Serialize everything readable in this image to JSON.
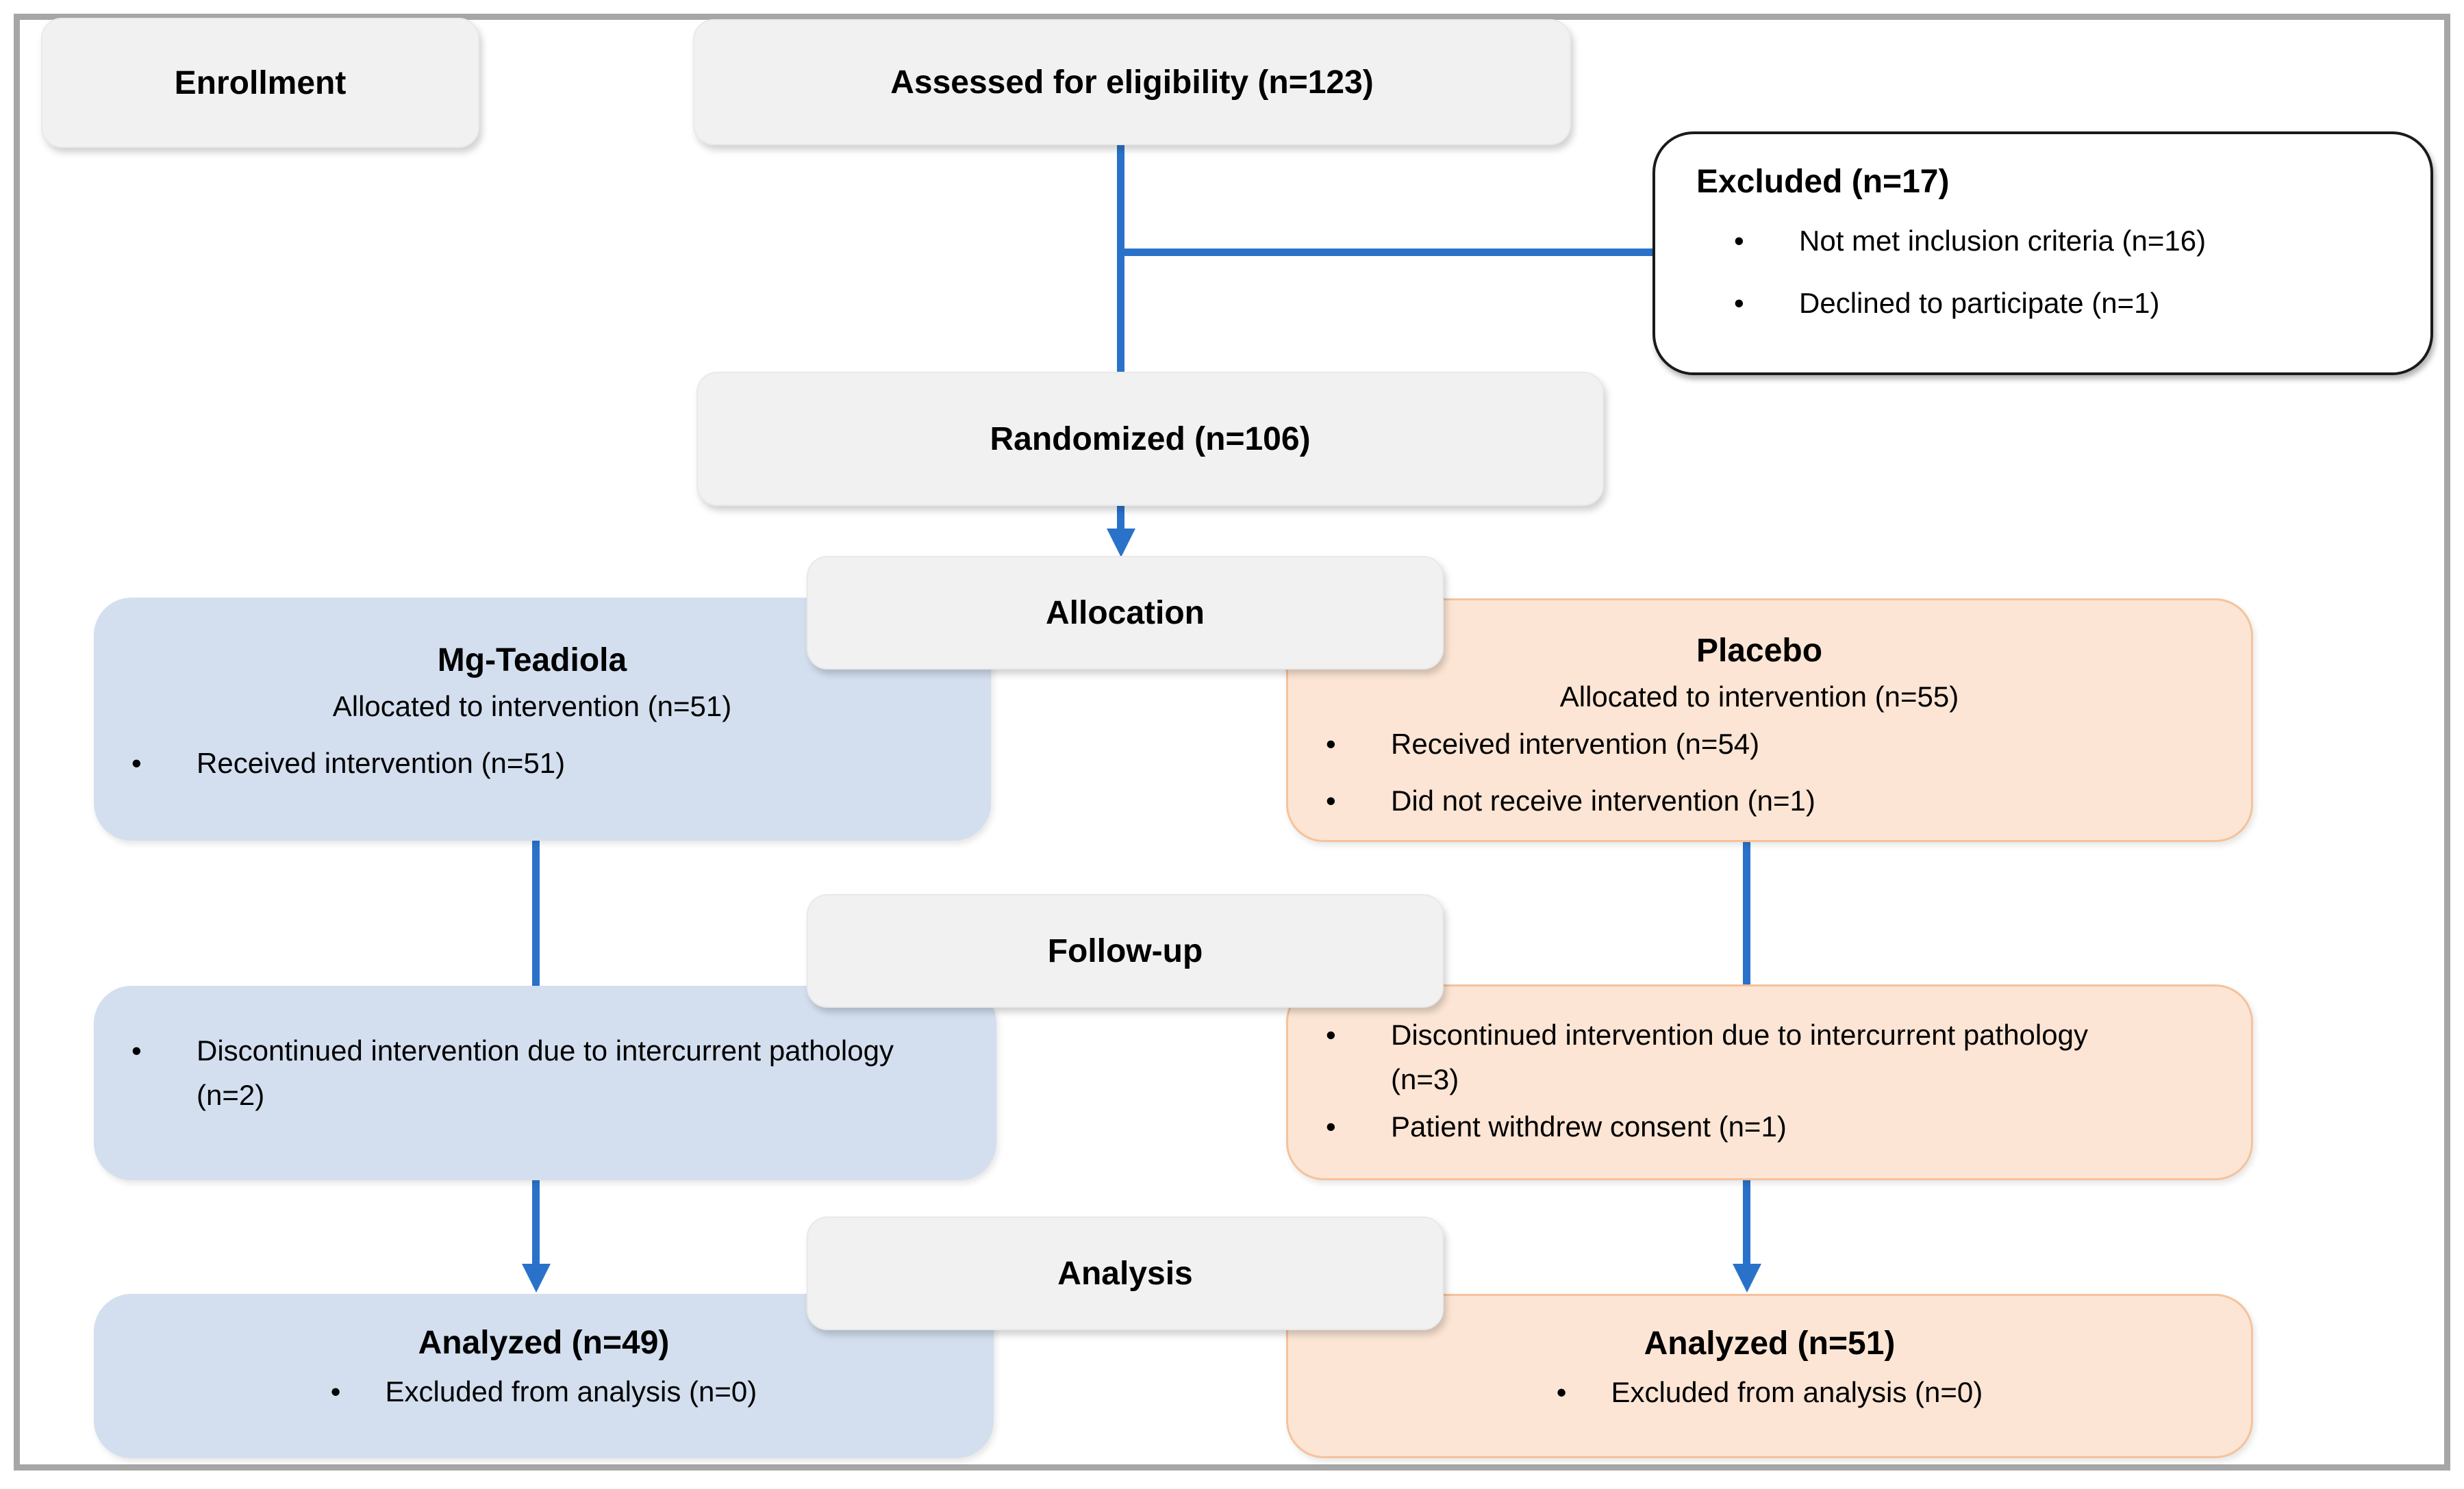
{
  "diagram_title": "CONSORT participant flow diagram",
  "colors": {
    "arrow_blue": "#2a72c9",
    "arm_blue_fill": "#d3dfef",
    "arm_peach_fill": "#fce5d4",
    "arm_peach_border": "#f6c29b",
    "stage_label_fill": "#f1f1f1",
    "frame_gray": "#a6a6a6",
    "excluded_border": "#1a1a1a"
  },
  "stages": {
    "enrollment": "Enrollment",
    "allocation": "Allocation",
    "followup": "Follow-up",
    "analysis": "Analysis"
  },
  "boxes": {
    "assessed": {
      "title": "Assessed for eligibility (n=123)"
    },
    "excluded": {
      "title": "Excluded (n=17)",
      "items": [
        "Not met inclusion criteria (n=16)",
        "Declined to participate (n=1)"
      ]
    },
    "randomized": {
      "title": "Randomized (n=106)"
    },
    "mg_allocation": {
      "title": "Mg-Teadiola",
      "subtitle": "Allocated to intervention (n=51)",
      "items": [
        "Received intervention (n=51)"
      ]
    },
    "placebo_allocation": {
      "title": "Placebo",
      "subtitle": "Allocated to intervention  (n=55)",
      "items": [
        "Received intervention (n=54)",
        "Did not receive intervention (n=1)"
      ]
    },
    "mg_followup": {
      "items": [
        "Discontinued intervention due to intercurrent pathology (n=2)"
      ]
    },
    "placebo_followup": {
      "items": [
        "Discontinued intervention due to intercurrent pathology (n=3)",
        "Patient withdrew consent (n=1)"
      ]
    },
    "mg_analysis": {
      "title": "Analyzed (n=49)",
      "items": [
        "Excluded from analysis (n=0)"
      ]
    },
    "placebo_analysis": {
      "title": "Analyzed (n=51)",
      "items": [
        "Excluded from analysis (n=0)"
      ]
    }
  }
}
